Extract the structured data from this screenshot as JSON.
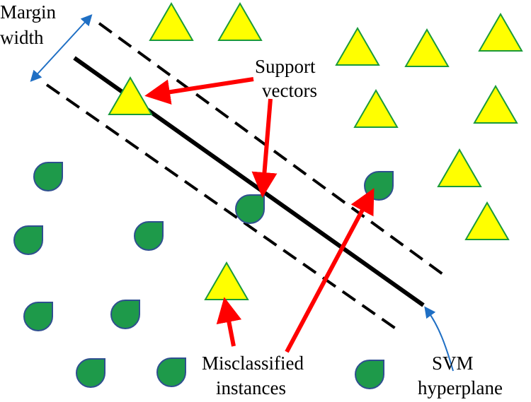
{
  "labels": {
    "margin_width_line1": "Margin",
    "margin_width_line2": "width",
    "support_vectors_line1": "Support",
    "support_vectors_line2": "vectors",
    "misclassified_line1": "Misclassified",
    "misclassified_line2": "instances",
    "svm_line1": "SVM",
    "svm_line2": "hyperplane"
  },
  "colors": {
    "triangle_fill": "#ffff00",
    "triangle_stroke": "#1a9a3a",
    "drop_fill": "#1e9a4a",
    "drop_stroke": "#2f4f8f",
    "arrow_red": "#ff0000",
    "arrow_blue": "#1f6fc4",
    "hyperplane": "#000000"
  },
  "shapes": {
    "triangles": [
      "triangle-1",
      "triangle-2",
      "triangle-3",
      "triangle-4",
      "triangle-5",
      "triangle-6",
      "triangle-7",
      "triangle-8",
      "triangle-9",
      "triangle-10",
      "triangle-11",
      "triangle-support",
      "triangle-misclassified"
    ],
    "drops": [
      "drop-1",
      "drop-2",
      "drop-3",
      "drop-4",
      "drop-5",
      "drop-6",
      "drop-7",
      "drop-8",
      "drop-support",
      "drop-misclassified"
    ]
  }
}
